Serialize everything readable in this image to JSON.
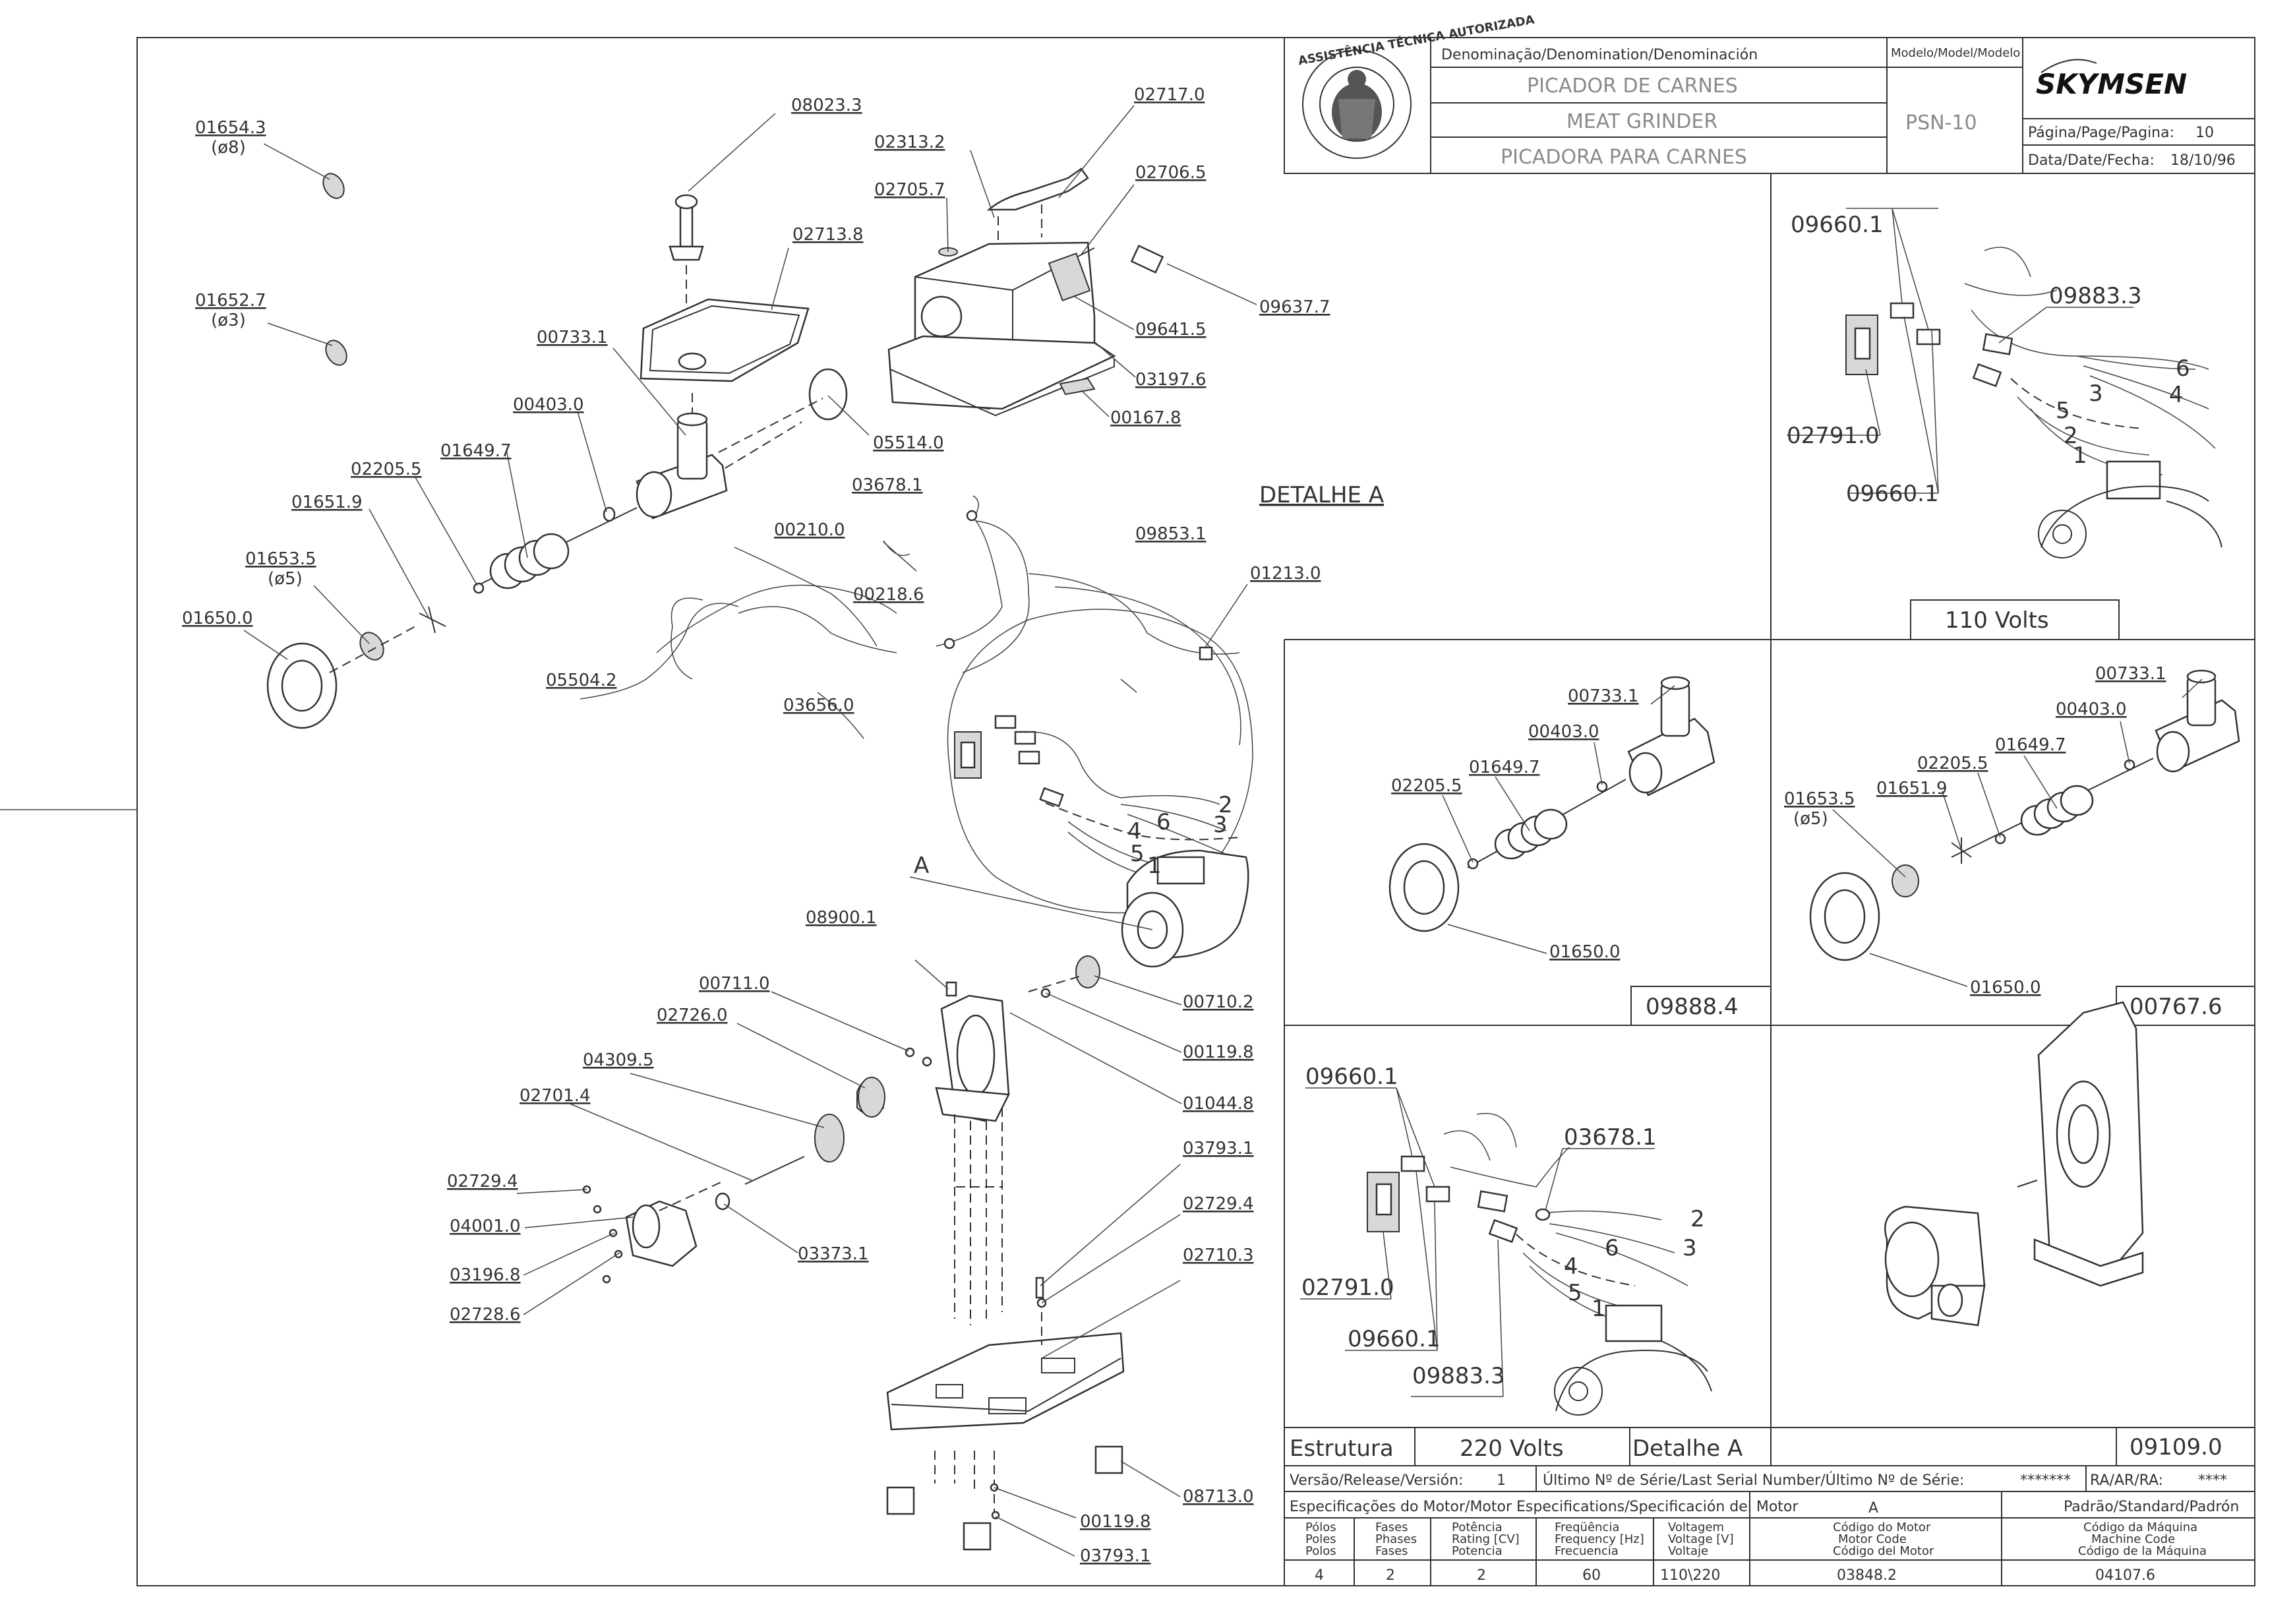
{
  "title_block": {
    "denomination_header": "Denominação/Denomination/Denominación",
    "name_pt": "PICADOR DE CARNES",
    "name_en": "MEAT GRINDER",
    "name_es": "PICADORA PARA CARNES",
    "model_header": "Modelo/Model/Modelo",
    "model": "PSN-10",
    "brand": "SKYMSEN",
    "page_label": "Página/Page/Pagina:",
    "page": "10",
    "date_label": "Data/Date/Fecha:",
    "date": "18/10/96",
    "seal_text": "ASSISTÊNCIA TÉCNICA AUTORIZADA"
  },
  "main_labels": {
    "p01654_3": "01654.3",
    "d8": "(ø8)",
    "p01652_7": "01652.7",
    "d3": "(ø3)",
    "p08023_3": "08023.3",
    "p02717_0": "02717.0",
    "p02313_2": "02313.2",
    "p02705_7": "02705.7",
    "p02706_5": "02706.5",
    "p02713_8": "02713.8",
    "p09637_7": "09637.7",
    "p09641_5": "09641.5",
    "p03197_6": "03197.6",
    "p00167_8": "00167.8",
    "p00733_1": "00733.1",
    "p00403_0": "00403.0",
    "p05514_0": "05514.0",
    "p01649_7": "01649.7",
    "p02205_5": "02205.5",
    "p01651_9": "01651.9",
    "p01653_5": "01653.5",
    "d5": "(ø5)",
    "p01650_0": "01650.0",
    "p03678_1": "03678.1",
    "p00210_0": "00210.0",
    "p00218_6": "00218.6",
    "p09853_1": "09853.1",
    "p01213_0": "01213.0",
    "detalhe_a": "DETALHE A",
    "p05504_2": "05504.2",
    "p03656_0": "03656.0",
    "letter_a": "A",
    "p08900_1": "08900.1",
    "p00711_0": "00711.0",
    "p02726_0": "02726.0",
    "p04309_5": "04309.5",
    "p02701_4": "02701.4",
    "p00710_2": "00710.2",
    "p00119_8a": "00119.8",
    "p01044_8": "01044.8",
    "p02729_4a": "02729.4",
    "p04001_0": "04001.0",
    "p03196_8": "03196.8",
    "p02728_6": "02728.6",
    "p03373_1": "03373.1",
    "p03793_1a": "03793.1",
    "p02729_4b": "02729.4",
    "p02710_3": "02710.3",
    "p08713_0": "08713.0",
    "p00119_8b": "00119.8",
    "p03793_1b": "03793.1",
    "w1": "1",
    "w2": "2",
    "w3": "3",
    "w4": "4",
    "w5": "5",
    "w6": "6"
  },
  "panel_110": {
    "p09660_1a": "09660.1",
    "p09883_3": "09883.3",
    "p02791_0": "02791.0",
    "p09660_1b": "09660.1",
    "caption": "110 Volts",
    "w1": "1",
    "w2": "2",
    "w3": "3",
    "w4": "4",
    "w5": "5",
    "w6": "6"
  },
  "panel_09888": {
    "p00733_1": "00733.1",
    "p00403_0": "00403.0",
    "p01649_7": "01649.7",
    "p02205_5": "02205.5",
    "p01650_0": "01650.0",
    "code": "09888.4"
  },
  "panel_00767": {
    "p00733_1": "00733.1",
    "p00403_0": "00403.0",
    "p02205_5": "02205.5",
    "p01649_7": "01649.7",
    "p01653_5": "01653.5",
    "d5": "(ø5)",
    "p01651_9": "01651.9",
    "p01650_0": "01650.0",
    "code": "00767.6"
  },
  "panel_220": {
    "p09660_1a": "09660.1",
    "p03678_1": "03678.1",
    "p02791_0": "02791.0",
    "p09660_1b": "09660.1",
    "p09883_3": "09883.3",
    "w1": "1",
    "w2": "2",
    "w3": "3",
    "w4": "4",
    "w5": "5",
    "w6": "6"
  },
  "panel_09109": {
    "code": "09109.0"
  },
  "bottom_bar": {
    "estrutura": "Estrutura",
    "volts": "220 Volts",
    "detalhe": "Detalhe A"
  },
  "spec": {
    "version_label": "Versão/Release/Versión:",
    "version": "1",
    "serial_label": "Último Nº de Série/Last Serial Number/Último Nº de Série:",
    "serial": "*******",
    "ra_label": "RA/AR/RA:",
    "ra": "****",
    "motor_spec_label": "Especificações do Motor/Motor Especifications/Specificación del Motor",
    "motor_letter": "A",
    "standard_label": "Padrão/Standard/Padrón",
    "poles_label": [
      "Pólos",
      "Poles",
      "Polos"
    ],
    "phases_label": [
      "Fases",
      "Phases",
      "Fases"
    ],
    "power_label": [
      "Potência",
      "Rating [CV]",
      "Potencia"
    ],
    "freq_label": [
      "Freqüência",
      "Frequency [Hz]",
      "Frecuencia"
    ],
    "voltage_label": [
      "Voltagem",
      "Voltage [V]",
      "Voltaje"
    ],
    "motor_code_label": [
      "Código do Motor",
      "Motor Code",
      "Código del Motor"
    ],
    "machine_code_label": [
      "Código da Máquina",
      "Machine Code",
      "Código de la Máquina"
    ],
    "poles": "4",
    "phases": "2",
    "power": "2",
    "freq": "60",
    "voltage": "110\\220",
    "motor_code": "03848.2",
    "machine_code": "04107.6"
  }
}
